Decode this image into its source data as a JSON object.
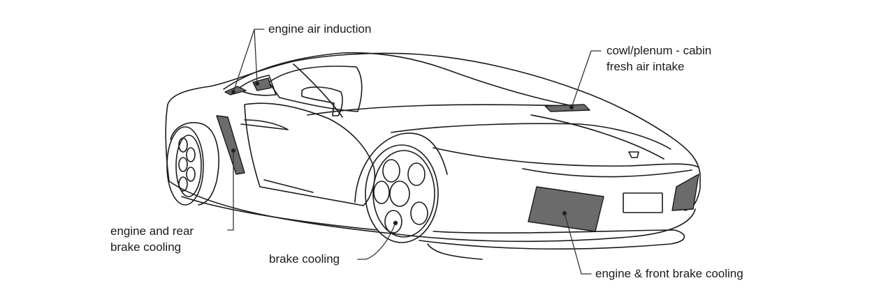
{
  "diagram": {
    "labels": {
      "engine_air_induction": "engine air induction",
      "cowl_line1": "cowl/plenum - cabin",
      "cowl_line2": "fresh air intake",
      "rear_line1": "engine and rear",
      "rear_line2": "brake cooling",
      "brake_cooling": "brake cooling",
      "front_brake": "engine & front brake cooling"
    },
    "colors": {
      "outline": "#1a1a1a",
      "intake_fill": "#6b6b6b",
      "leader": "#333333",
      "background": "#ffffff"
    }
  }
}
